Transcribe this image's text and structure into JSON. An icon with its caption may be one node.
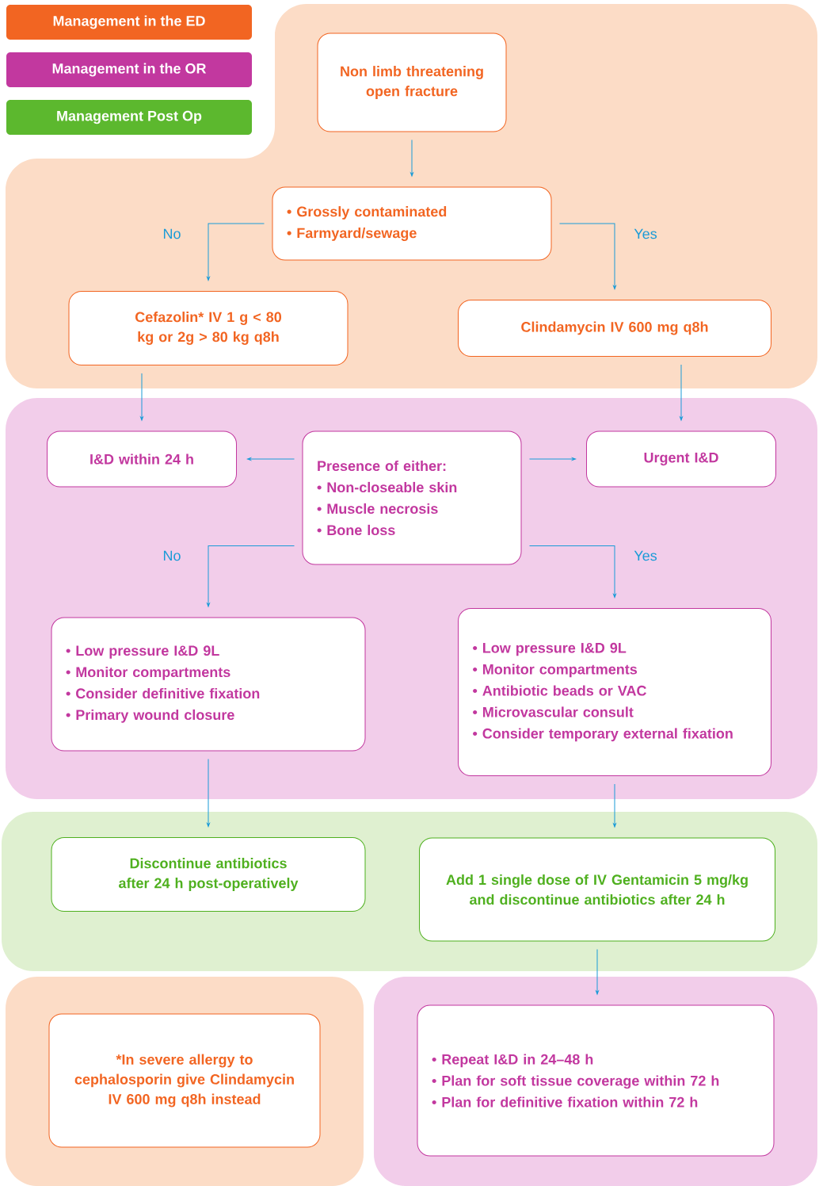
{
  "diagram": {
    "nodes": [
      {
        "text": [
          "Non limb threatening open fracture"
        ]
      },
      {
        "text": [
          "• Grossly contaminated",
          "• Farmyard/sewage"
        ]
      },
      {
        "text": [
          "Cefazolin* IV 1 g < 80 kg or 2g > 80 kg q8h"
        ]
      },
      {
        "text": [
          "Clindamycin IV 600 mg q8h"
        ]
      },
      {
        "text": [
          "I&D within 24 h"
        ]
      },
      {
        "text": [
          "Presence of either:",
          "• Non-closeable skin",
          "• Muscle necrosis",
          "• Bone loss"
        ]
      },
      {
        "text": [
          "Urgent I&D"
        ]
      },
      {
        "text": [
          "• Low pressure I&D 9L",
          "• Monitor compartments",
          "• Consider definitive fixation",
          "• Primary wound closure"
        ]
      },
      {
        "text": [
          "• Low pressure I&D 9L",
          "• Monitor compartments",
          "• Antibiotic beads or VAC",
          "• Microvascular consult",
          "• Consider temporary external fixation"
        ]
      },
      {
        "text": [
          "Discontinue antibiotics after 24 h post-operatively"
        ]
      },
      {
        "text": [
          "Add 1 single dose of IV Gentamicin 5 mg/kg and discontinue antibiotics after 24 h"
        ]
      },
      {
        "text": [
          "*In severe allergy to cephalosporin give Clindamycin IV 600 mg q8h instead"
        ]
      },
      {
        "text": [
          "• Repeat I&D in 24–48 h",
          "• Plan for soft tissue coverage within 72 h",
          "• Plan for definitive fixation within 72 h"
        ]
      }
    ],
    "edges": [
      {
        "from": 0,
        "to": 1,
        "arrow": "to"
      },
      {
        "from": 1,
        "to": 2,
        "arrow": "to",
        "label": "No"
      },
      {
        "from": 1,
        "to": 3,
        "arrow": "to",
        "label": "Yes"
      },
      {
        "from": 2,
        "to": 4,
        "arrow": "to"
      },
      {
        "from": 3,
        "to": 6,
        "arrow": "to"
      },
      {
        "from": 5,
        "to": 4,
        "arrow": "to"
      },
      {
        "from": 5,
        "to": 6,
        "arrow": "to"
      },
      {
        "from": 5,
        "to": 7,
        "arrow": "to",
        "label": "No"
      },
      {
        "from": 5,
        "to": 8,
        "arrow": "to",
        "label": "Yes"
      },
      {
        "from": 7,
        "to": 9,
        "arrow": "to"
      },
      {
        "from": 8,
        "to": 10,
        "arrow": "to"
      },
      {
        "from": 10,
        "to": 12,
        "arrow": "to"
      }
    ],
    "legend": [
      {
        "text": "Management in the ED",
        "color": "#f26522"
      },
      {
        "text": "Management in the OR",
        "color": "#c2389f"
      },
      {
        "text": "Management Post Op",
        "color": "#5cb82e"
      }
    ]
  }
}
